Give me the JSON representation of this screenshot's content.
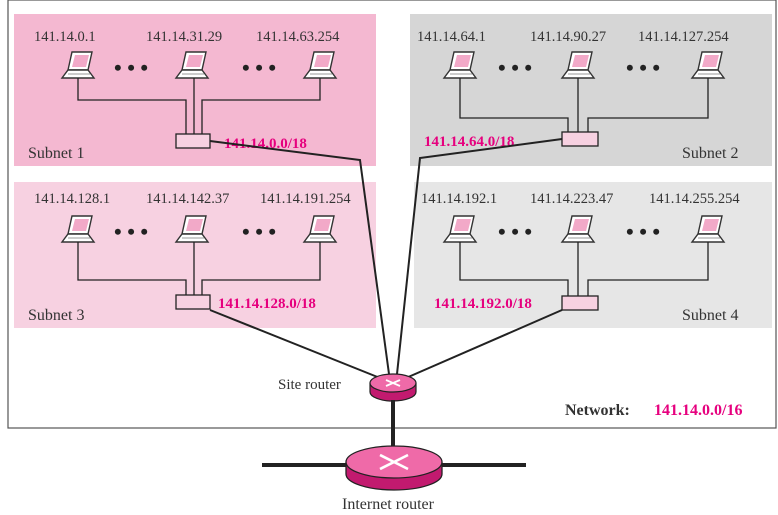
{
  "colors": {
    "subnet1_bg": "#f4b8d1",
    "subnet2_bg": "#d6d6d6",
    "subnet3_bg": "#f7d1e1",
    "subnet4_bg": "#e6e6e6",
    "magenta": "#e6007e"
  },
  "subnets": [
    {
      "label": "Subnet 1",
      "prefix": "141.14.0.0/18",
      "hosts": [
        "141.14.0.1",
        "141.14.31.29",
        "141.14.63.254"
      ]
    },
    {
      "label": "Subnet 2",
      "prefix": "141.14.64.0/18",
      "hosts": [
        "141.14.64.1",
        "141.14.90.27",
        "141.14.127.254"
      ]
    },
    {
      "label": "Subnet 3",
      "prefix": "141.14.128.0/18",
      "hosts": [
        "141.14.128.1",
        "141.14.142.37",
        "141.14.191.254"
      ]
    },
    {
      "label": "Subnet 4",
      "prefix": "141.14.192.0/18",
      "hosts": [
        "141.14.192.1",
        "141.14.223.47",
        "141.14.255.254"
      ]
    }
  ],
  "ellipsis": "• • •",
  "site_router": "Site router",
  "internet_router": "Internet router",
  "network": {
    "label": "Network:",
    "prefix": "141.14.0.0/16"
  }
}
